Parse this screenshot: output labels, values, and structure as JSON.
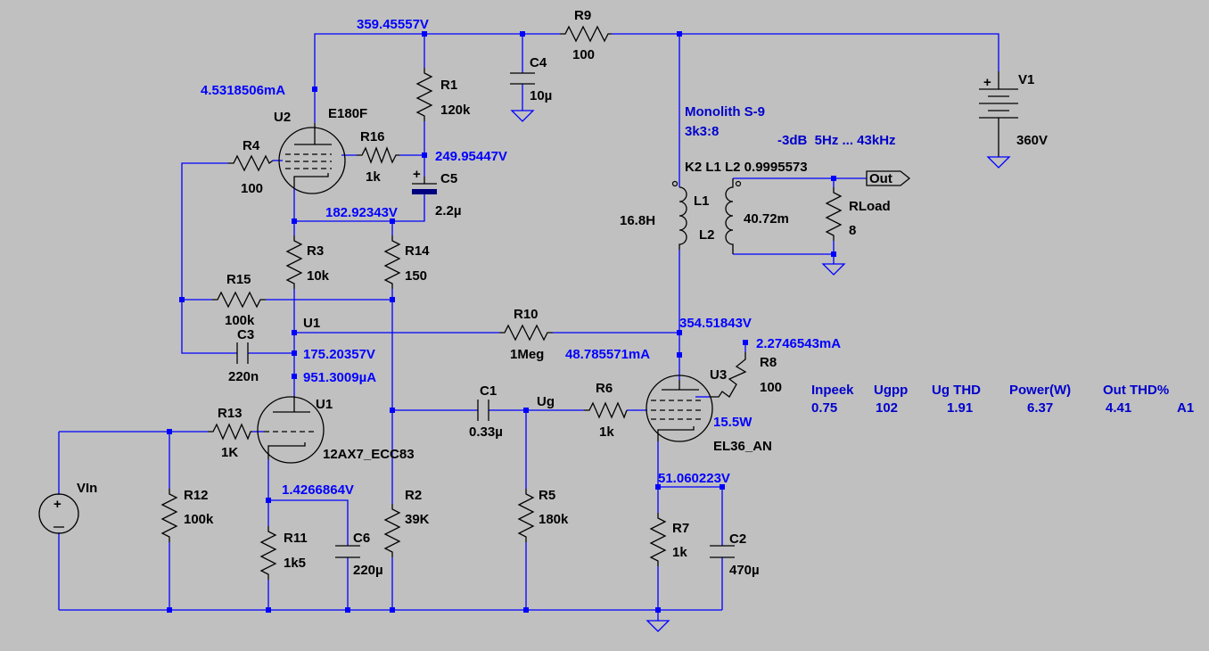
{
  "op_labels": {
    "v_top": "359.45557V",
    "i_u2": "4.5318506mA",
    "v_screen_u2": "249.95447V",
    "v_u2_cathode": "182.92343V",
    "v_u1_plate": "175.20357V",
    "i_u1": "951.3009µA",
    "v_u1_cathode": "1.4266864V",
    "v_u3_plate": "354.51843V",
    "i_u3_plate": "48.785571mA",
    "i_u3_screen": "2.2746543mA",
    "v_u3_cathode": "51.060223V",
    "u3_power": "15.5W"
  },
  "components": {
    "R1": {
      "name": "R1",
      "value": "120k"
    },
    "R2": {
      "name": "R2",
      "value": "39K"
    },
    "R3": {
      "name": "R3",
      "value": "10k"
    },
    "R4": {
      "name": "R4",
      "value": "100"
    },
    "R5": {
      "name": "R5",
      "value": "180k"
    },
    "R6": {
      "name": "R6",
      "value": "1k"
    },
    "R7": {
      "name": "R7",
      "value": "1k"
    },
    "R8": {
      "name": "R8",
      "value": "100"
    },
    "R9": {
      "name": "R9",
      "value": "100"
    },
    "R10": {
      "name": "R10",
      "value": "1Meg"
    },
    "R11": {
      "name": "R11",
      "value": "1k5"
    },
    "R12": {
      "name": "R12",
      "value": "100k"
    },
    "R13": {
      "name": "R13",
      "value": "1K"
    },
    "R14": {
      "name": "R14",
      "value": "150"
    },
    "R15": {
      "name": "R15",
      "value": "100k"
    },
    "R16": {
      "name": "R16",
      "value": "1k"
    },
    "RLoad": {
      "name": "RLoad",
      "value": "8"
    },
    "C1": {
      "name": "C1",
      "value": "0.33µ"
    },
    "C2": {
      "name": "C2",
      "value": "470µ"
    },
    "C3": {
      "name": "C3",
      "value": "220n"
    },
    "C4": {
      "name": "C4",
      "value": "10µ"
    },
    "C5": {
      "name": "C5",
      "value": "2.2µ"
    },
    "C6": {
      "name": "C6",
      "value": "220µ"
    },
    "L1": {
      "name": "L1",
      "value": "16.8H"
    },
    "L2": {
      "name": "L2",
      "value": "40.72m"
    },
    "V1": {
      "name": "V1",
      "value": "360V"
    },
    "VIn": {
      "name": "VIn"
    },
    "U1": {
      "name": "U1",
      "model": "12AX7_ECC83"
    },
    "U2": {
      "name": "U2",
      "model": "E180F"
    },
    "U3": {
      "name": "U3",
      "model": "EL36_AN"
    }
  },
  "net_labels": {
    "u1_net": "U1",
    "ug_net": "Ug",
    "out_port": "Out"
  },
  "notes": {
    "transformer_name": "Monolith S-9",
    "transformer_ratio": "3k3:8",
    "bandwidth": "-3dB  5Hz ... 43kHz",
    "coupling": "K2 L1 L2 0.9995573"
  },
  "results_table": {
    "headers": [
      "Inpeek",
      "Ugpp",
      "Ug THD",
      "Power(W)",
      "Out THD%"
    ],
    "values": [
      "0.75",
      "102",
      "1.91",
      "6.37",
      "4.41"
    ],
    "row_label": "A1"
  },
  "colors": {
    "background": "#c0c0c0",
    "wire": "#0000ff",
    "component": "#000000",
    "annotation": "#0000cc"
  }
}
